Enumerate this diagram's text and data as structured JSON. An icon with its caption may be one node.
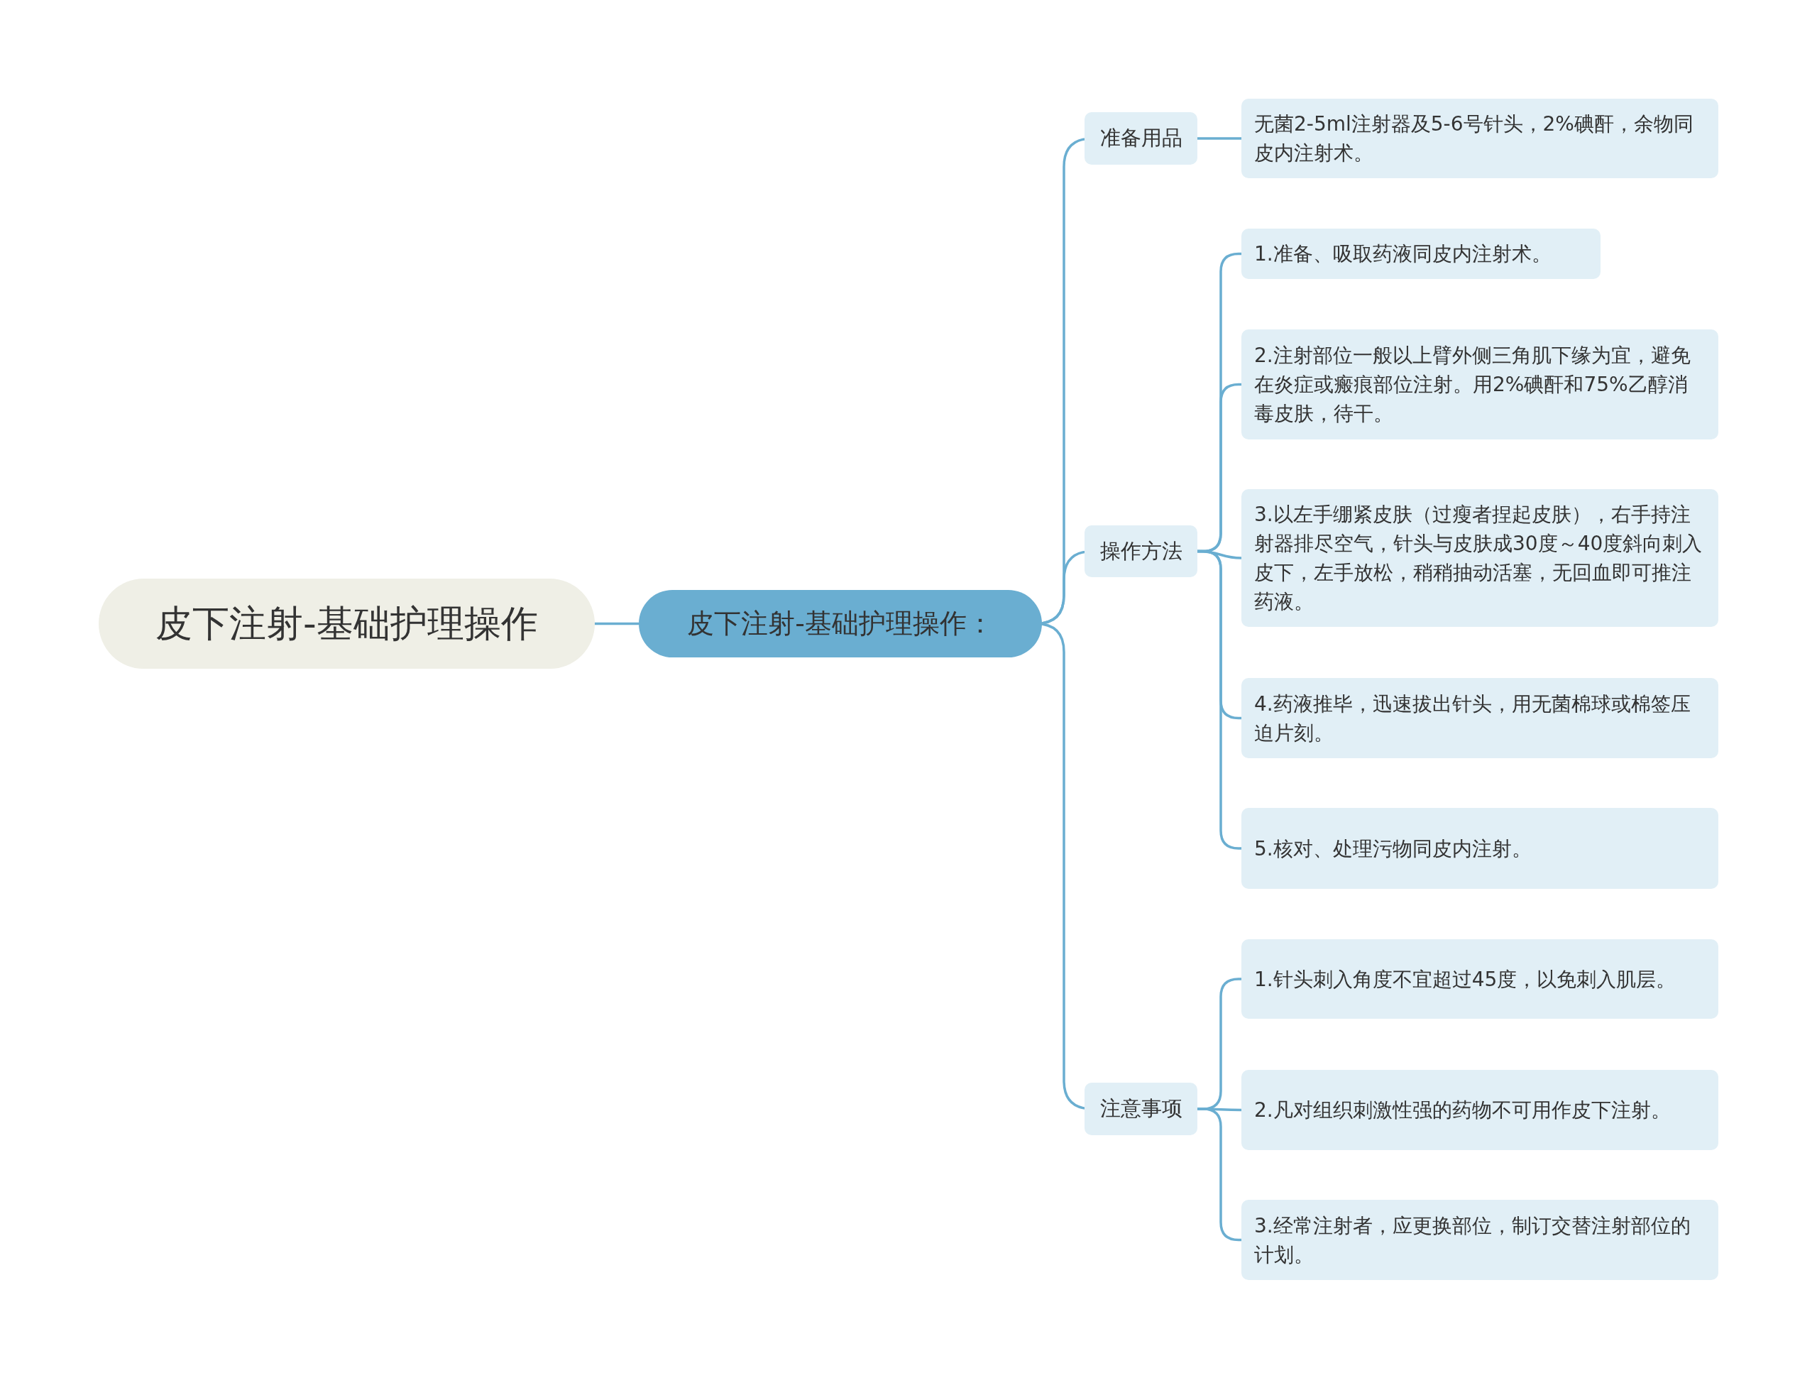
{
  "diagram": {
    "nodes": [
      {
        "text": [
          "皮下注射-基础护理操作"
        ]
      },
      {
        "text": [
          "皮下注射-基础护理操作："
        ]
      },
      {
        "text": [
          "准备用品"
        ]
      },
      {
        "text": [
          "无菌2-5ml注射器及5-6号针头，2%碘酐，余物同皮内注射术。"
        ]
      },
      {
        "text": [
          "操作方法"
        ]
      },
      {
        "text": [
          "1.准备、吸取药液同皮内注射术。"
        ]
      },
      {
        "text": [
          "2.注射部位一般以上臂外侧三角肌下缘为宜，避免在炎症或瘢痕部位注射。用2%碘酐和75%乙醇消毒皮肤，待干。"
        ]
      },
      {
        "text": [
          "3.以左手绷紧皮肤（过瘦者捏起皮肤），右手持注射器排尽空气，针头与皮肤成30度～40度斜向刺入皮下，左手放松，稍稍抽动活塞，无回血即可推注药液。"
        ]
      },
      {
        "text": [
          "4.药液推毕，迅速拔出针头，用无菌棉球或棉签压迫片刻。"
        ]
      },
      {
        "text": [
          "5.核对、处理污物同皮内注射。"
        ]
      },
      {
        "text": [
          "注意事项"
        ]
      },
      {
        "text": [
          "1.针头刺入角度不宜超过45度，以免刺入肌层。"
        ]
      },
      {
        "text": [
          "2.凡对组织刺激性强的药物不可用作皮下注射。"
        ]
      },
      {
        "text": [
          "3.经常注射者，应更换部位，制订交替注射部位的计划。"
        ]
      }
    ],
    "edges": [
      {
        "from": 0,
        "to": 1,
        "arrow": "none"
      },
      {
        "from": 1,
        "to": 2,
        "arrow": "none"
      },
      {
        "from": 1,
        "to": 4,
        "arrow": "none"
      },
      {
        "from": 1,
        "to": 10,
        "arrow": "none"
      },
      {
        "from": 2,
        "to": 3,
        "arrow": "none"
      },
      {
        "from": 4,
        "to": 5,
        "arrow": "none"
      },
      {
        "from": 4,
        "to": 6,
        "arrow": "none"
      },
      {
        "from": 4,
        "to": 7,
        "arrow": "none"
      },
      {
        "from": 4,
        "to": 8,
        "arrow": "none"
      },
      {
        "from": 4,
        "to": 9,
        "arrow": "none"
      },
      {
        "from": 10,
        "to": 11,
        "arrow": "none"
      },
      {
        "from": 10,
        "to": 12,
        "arrow": "none"
      },
      {
        "from": 10,
        "to": 13,
        "arrow": "none"
      }
    ]
  }
}
